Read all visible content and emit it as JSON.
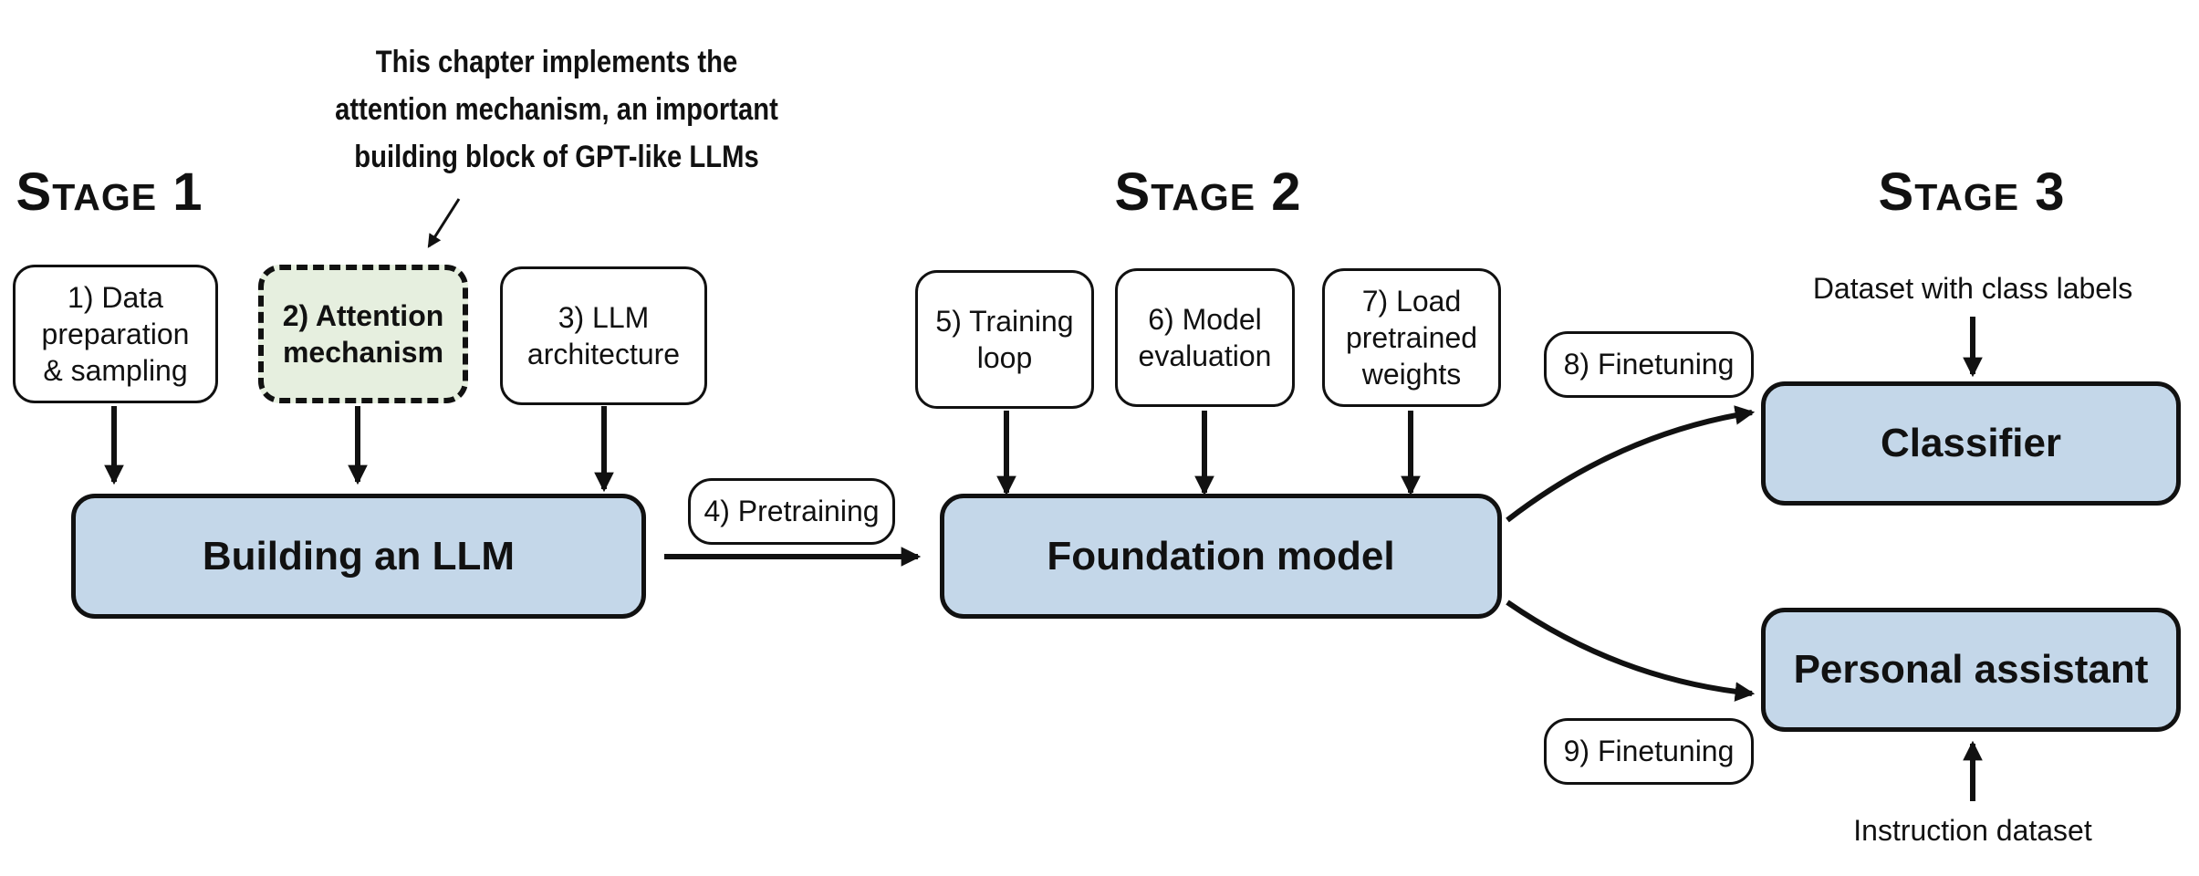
{
  "callout": "This chapter implements the\nattention mechanism, an important\nbuilding block of GPT-like LLMs",
  "stages": {
    "stage1": "Stage 1",
    "stage2": "Stage 2",
    "stage3": "Stage 3"
  },
  "steps": {
    "data_prep": "1) Data\npreparation\n& sampling",
    "attention": "2) Attention\nmechanism",
    "architecture": "3) LLM\narchitecture",
    "pretraining": "4) Pretraining",
    "training_loop": "5) Training\nloop",
    "model_eval": "6) Model\nevaluation",
    "load_weights": "7) Load\npretrained\nweights",
    "finetuning_8": "8) Finetuning",
    "finetuning_9": "9) Finetuning"
  },
  "models": {
    "building_llm": "Building an LLM",
    "foundation": "Foundation model",
    "classifier": "Classifier",
    "assistant": "Personal assistant"
  },
  "inputs": {
    "class_dataset": "Dataset with class labels",
    "instruction_dataset": "Instruction dataset"
  },
  "colors": {
    "model_fill": "#c4d7e9",
    "highlight_fill": "#e6efdf",
    "stroke": "#111111"
  }
}
